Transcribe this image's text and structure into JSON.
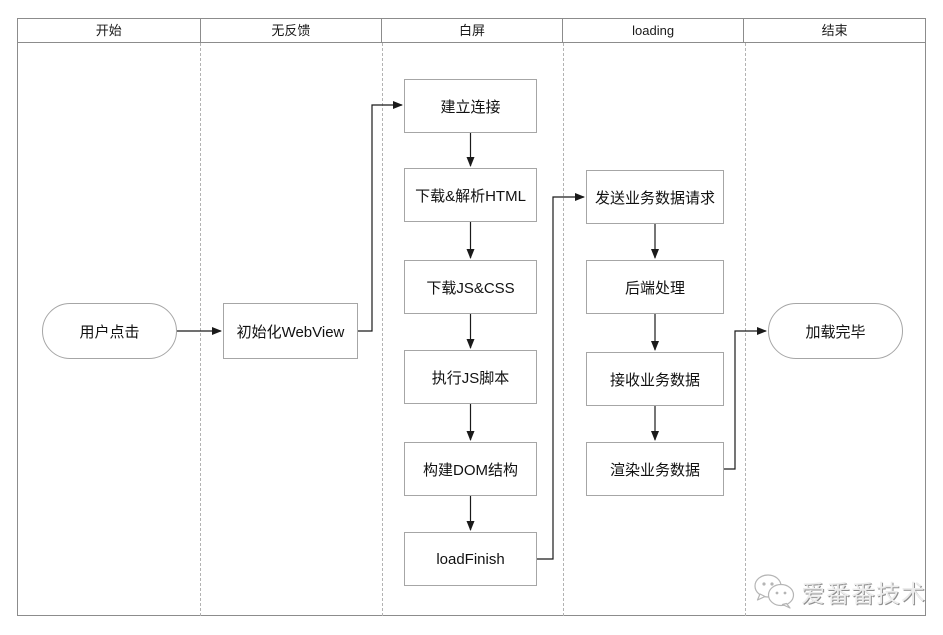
{
  "diagram": {
    "type": "swimlane-flowchart",
    "lanes": [
      {
        "label": "开始"
      },
      {
        "label": "无反馈"
      },
      {
        "label": "白屏"
      },
      {
        "label": "loading"
      },
      {
        "label": "结束"
      }
    ],
    "nodes": {
      "user_click": "用户点击",
      "init_webview": "初始化WebView",
      "establish_connection": "建立连接",
      "download_parse_html": "下载&解析HTML",
      "download_js_css": "下载JS&CSS",
      "execute_js": "执行JS脚本",
      "build_dom": "构建DOM结构",
      "load_finish": "loadFinish",
      "send_request": "发送业务数据请求",
      "backend_process": "后端处理",
      "receive_data": "接收业务数据",
      "render_data": "渲染业务数据",
      "load_complete": "加载完毕"
    },
    "edges": [
      {
        "from": "用户点击",
        "to": "初始化WebView"
      },
      {
        "from": "初始化WebView",
        "to": "建立连接"
      },
      {
        "from": "建立连接",
        "to": "下载&解析HTML"
      },
      {
        "from": "下载&解析HTML",
        "to": "下载JS&CSS"
      },
      {
        "from": "下载JS&CSS",
        "to": "执行JS脚本"
      },
      {
        "from": "执行JS脚本",
        "to": "构建DOM结构"
      },
      {
        "from": "构建DOM结构",
        "to": "loadFinish"
      },
      {
        "from": "loadFinish",
        "to": "发送业务数据请求"
      },
      {
        "from": "发送业务数据请求",
        "to": "后端处理"
      },
      {
        "from": "后端处理",
        "to": "接收业务数据"
      },
      {
        "from": "接收业务数据",
        "to": "渲染业务数据"
      },
      {
        "from": "渲染业务数据",
        "to": "加载完毕"
      }
    ],
    "colors": {
      "frame_border": "#8c8c8c",
      "node_border": "#a6a6a6",
      "lane_divider": "#b3b3b3",
      "arrow": "#1a1a1a",
      "text": "#1a1a1a",
      "background": "#ffffff"
    }
  },
  "watermark": {
    "text": "爱番番技术",
    "icon": "wechat-icon"
  }
}
